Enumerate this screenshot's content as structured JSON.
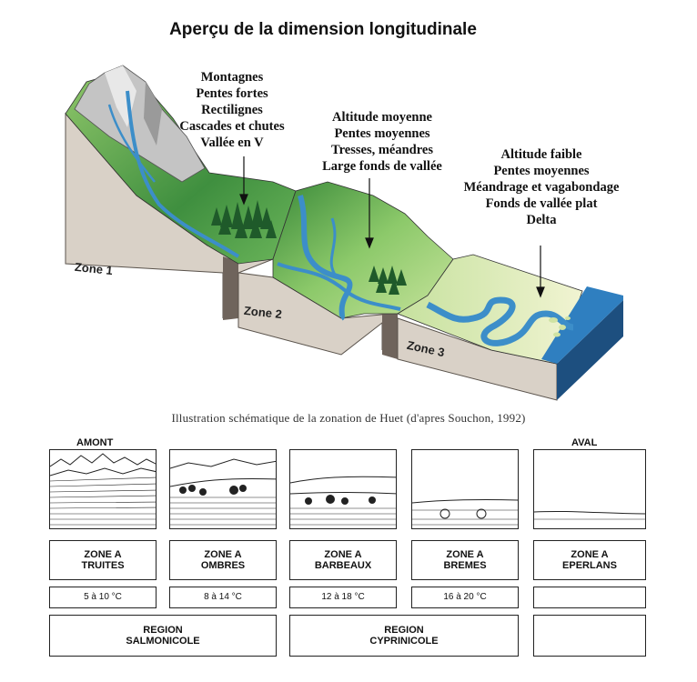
{
  "title": "Aperçu de la dimension longitudinale",
  "zones": [
    {
      "label": "Zone 1",
      "lines": [
        "Montagnes",
        "Pentes fortes",
        "Rectilignes",
        "Cascades et chutes",
        "Vallée en V"
      ]
    },
    {
      "label": "Zone 2",
      "lines": [
        "Altitude moyenne",
        "Pentes moyennes",
        "Tresses, méandres",
        "Large fonds de vallée"
      ]
    },
    {
      "label": "Zone 3",
      "lines": [
        "Altitude faible",
        "Pentes moyennes",
        "Méandrage et vagabondage",
        "Fonds de vallée plat",
        "Delta"
      ]
    }
  ],
  "caption": "Illustration schématique de la zonation de Huet (d'apres Souchon, 1992)",
  "upstream_label": "AMONT",
  "downstream_label": "AVAL",
  "huet_zones": [
    {
      "line1": "ZONE A",
      "line2": "TRUITES",
      "temperature": "5 à 10 °C"
    },
    {
      "line1": "ZONE A",
      "line2": "OMBRES",
      "temperature": "8 à 14 °C"
    },
    {
      "line1": "ZONE A",
      "line2": "BARBEAUX",
      "temperature": "12 à 18 °C"
    },
    {
      "line1": "ZONE A",
      "line2": "BREMES",
      "temperature": "16 à 20 °C"
    },
    {
      "line1": "ZONE A",
      "line2": "EPERLANS",
      "temperature": ""
    }
  ],
  "regions": [
    {
      "line1": "REGION",
      "line2": "SALMONICOLE"
    },
    {
      "line1": "REGION",
      "line2": "CYPRINICOLE"
    },
    {
      "line1": "",
      "line2": ""
    }
  ],
  "colors": {
    "ground": "#d8d0c6",
    "ground_dark": "#8a7f76",
    "grass_light": "#cfe3a3",
    "grass": "#5aae4a",
    "forest": "#1f5a2a",
    "water": "#3c8ec9",
    "sea": "#2f7fc0",
    "rock": "#b9b9b9"
  }
}
